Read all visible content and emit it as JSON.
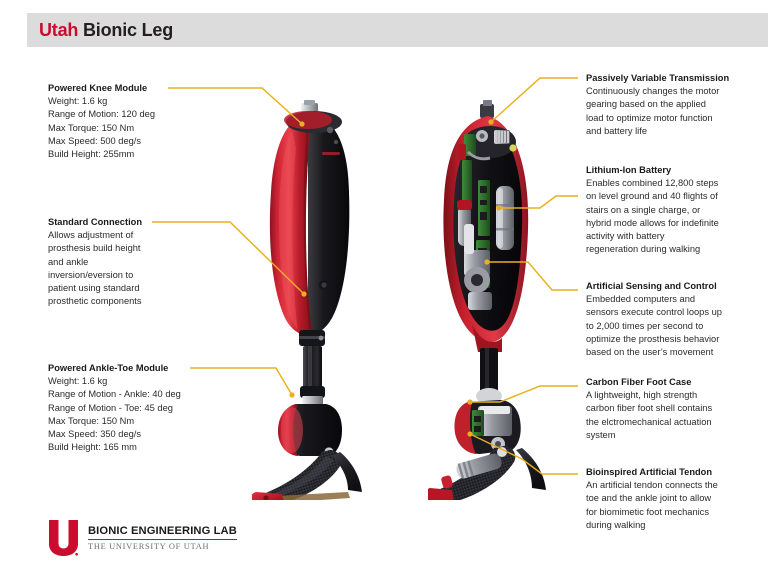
{
  "header": {
    "title_accent": "Utah",
    "title_rest": " Bionic Leg"
  },
  "callouts_left": [
    {
      "title": "Powered Knee Module",
      "lines": [
        "Weight: 1.6 kg",
        "Range of Motion: 120 deg",
        "Max Torque: 150 Nm",
        "Max Speed: 500 deg/s",
        "Build Height: 255mm"
      ]
    },
    {
      "title": "Standard Connection",
      "lines": [
        "Allows adjustment of",
        "prosthesis build height",
        "and ankle",
        "inversion/eversion to",
        "patient using standard",
        "prosthetic components"
      ]
    },
    {
      "title": "Powered Ankle-Toe Module",
      "lines": [
        "Weight: 1.6 kg",
        "Range of Motion - Ankle: 40 deg",
        "Range of Motion - Toe: 45 deg",
        "Max Torque: 150 Nm",
        "Max Speed: 350 deg/s",
        "Build Height: 165 mm"
      ]
    }
  ],
  "callouts_right": [
    {
      "title": "Passively Variable Transmission",
      "lines": [
        "Continuously changes the motor",
        "gearing based on the applied",
        "load to optimize motor function",
        "and battery life"
      ]
    },
    {
      "title": "Lithium-Ion Battery",
      "lines": [
        "Enables combined 12,800 steps",
        "on level ground and 40 flights of",
        "stairs on a single charge, or",
        "hybrid mode allows for indefinite",
        "activity with battery",
        "regeneration during walking"
      ]
    },
    {
      "title": "Artificial Sensing and Control",
      "lines": [
        "Embedded computers and",
        "sensors execute control loops up",
        "to 2,000 times per second to",
        "optimize the prosthesis behavior",
        "based on the user’s movement"
      ]
    },
    {
      "title": "Carbon Fiber Foot Case",
      "lines": [
        "A lightweight, high strength",
        "carbon fiber foot shell contains",
        "the elctromechanical actuation",
        "system"
      ]
    },
    {
      "title": "Bioinspired Artificial Tendon",
      "lines": [
        "An artificial tendon connects the",
        "toe and the ankle joint to allow",
        "for biomimetic foot mechanics",
        "during walking"
      ]
    }
  ],
  "footer": {
    "lab_name": "BIONIC ENGINEERING LAB",
    "institution": "THE UNIVERSITY OF UTAH"
  },
  "colors": {
    "accent_red": "#cc0c2f",
    "leader_yellow": "#e8b020",
    "header_gray": "#dcdcdc",
    "shell_red": "#c8202e",
    "shell_black": "#1e1e22",
    "carbon": "#25252a"
  },
  "figures": {
    "left_leg_label": "utah-bionic-leg-exterior",
    "right_leg_label": "utah-bionic-leg-cutaway"
  }
}
